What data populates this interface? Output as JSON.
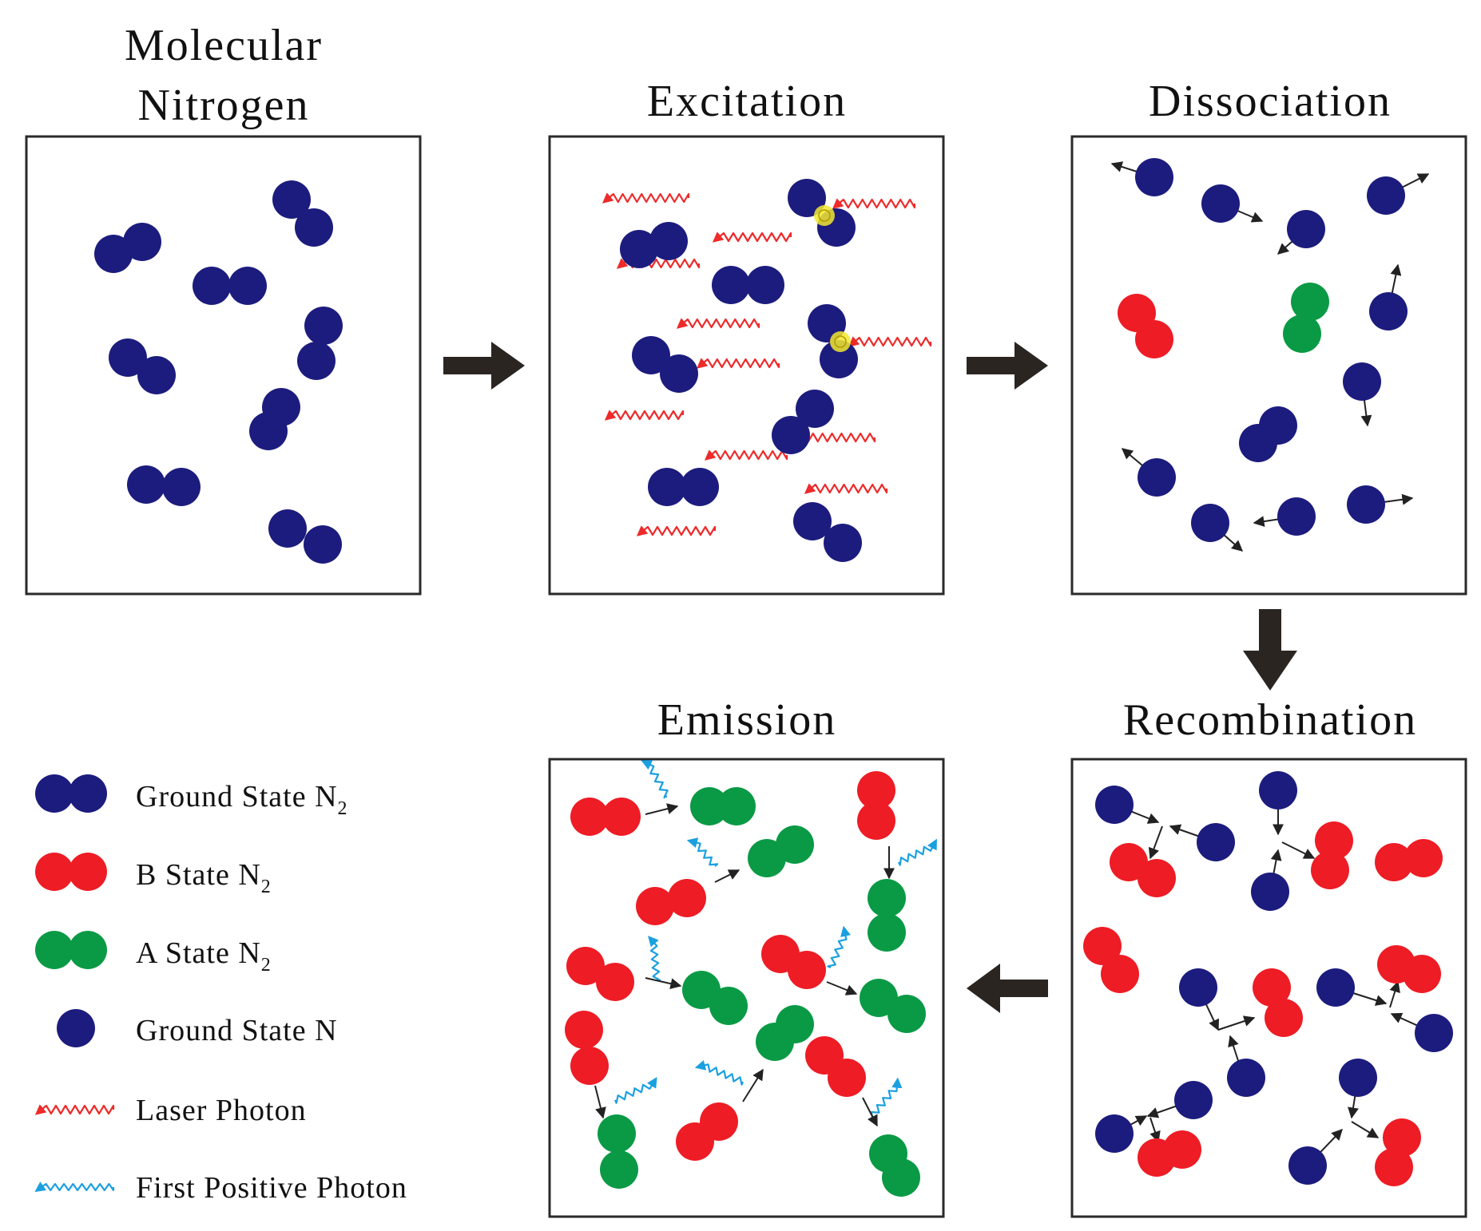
{
  "panels": {
    "molecular": {
      "title_line1": "Molecular",
      "title_line2": "Nitrogen"
    },
    "excitation": {
      "title": "Excitation"
    },
    "dissociation": {
      "title": "Dissociation"
    },
    "recombination": {
      "title": "Recombination"
    },
    "emission": {
      "title": "Emission"
    }
  },
  "legend": {
    "ground_state_n2": {
      "label": "Ground State N",
      "subscript": "2"
    },
    "b_state_n2": {
      "label": "B State N",
      "subscript": "2"
    },
    "a_state_n2": {
      "label": "A State N",
      "subscript": "2"
    },
    "ground_state_n": {
      "label": "Ground State N"
    },
    "laser_photon": {
      "label": "Laser Photon"
    },
    "first_positive_photon": {
      "label": "First Positive Photon"
    }
  },
  "colors": {
    "ground": "#1c1c7e",
    "b_state": "#ee1c25",
    "a_state": "#0a9a45",
    "laser": "#ee2a2a",
    "first_positive": "#1aa0e0",
    "arrow": "#2b2522",
    "spark": "#f2e830"
  }
}
